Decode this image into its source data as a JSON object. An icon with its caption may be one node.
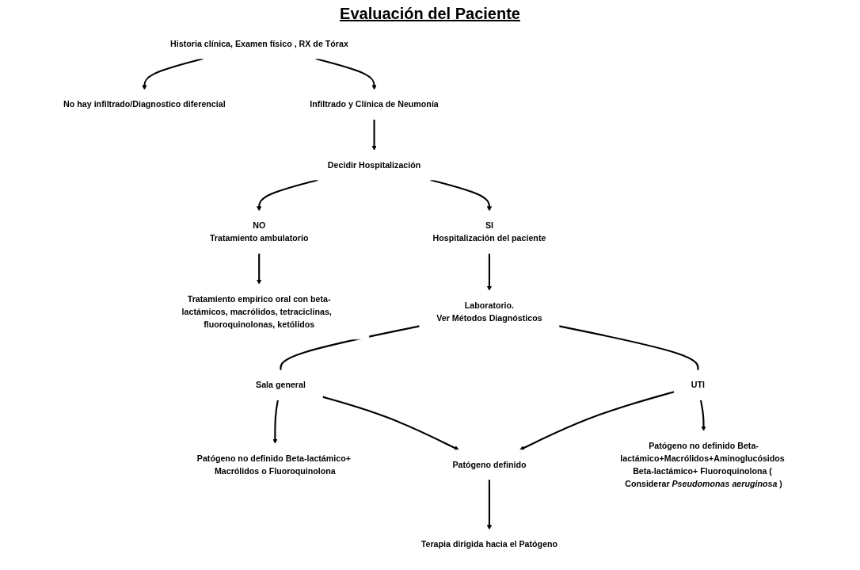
{
  "diagram": {
    "title": "Evaluación del Paciente",
    "nodes": [
      {
        "text": [
          "Historia clínica, Examen físico , RX de Tórax"
        ]
      },
      {
        "text": [
          "No hay infiltrado/Diagnostico diferencial"
        ]
      },
      {
        "text": [
          "Infiltrado y Clínica de Neumonía"
        ]
      },
      {
        "text": [
          "Decidir  Hospitalización"
        ]
      },
      {
        "text": [
          "NO",
          "Tratamiento ambulatorio"
        ]
      },
      {
        "text": [
          "SI",
          "Hospitalización del paciente"
        ]
      },
      {
        "text": [
          "Tratamiento empírico oral con beta-lactámicos, macrólidos, tetraciclinas,  fluoroquinolonas, ketólidos"
        ]
      },
      {
        "text": [
          "Laboratorio.",
          "Ver Métodos Diagnósticos"
        ]
      },
      {
        "text": [
          "Sala general"
        ]
      },
      {
        "text": [
          "UTI"
        ]
      },
      {
        "text": [
          "Patógeno no definido Beta-lactámico+ Macrólidos o Fluoroquinolona"
        ]
      },
      {
        "text": [
          "Patógeno definido"
        ]
      },
      {
        "text": [
          "Terapia dirigida hacia el Patógeno"
        ]
      },
      {
        "text": [
          "Patógeno no definido Beta-lactámico+Macrólidos+Aminoglucósidos Beta-lactámico+ Fluoroquinolona ( Considerar *Pseudomonas aeruginosa* )"
        ]
      }
    ],
    "edges": [
      {
        "from": 0,
        "to": 1,
        "arrow": "to"
      },
      {
        "from": 0,
        "to": 2,
        "arrow": "to"
      },
      {
        "from": 2,
        "to": 3,
        "arrow": "to"
      },
      {
        "from": 3,
        "to": 4,
        "arrow": "to"
      },
      {
        "from": 3,
        "to": 5,
        "arrow": "to"
      },
      {
        "from": 4,
        "to": 6,
        "arrow": "to"
      },
      {
        "from": 5,
        "to": 7,
        "arrow": "to"
      },
      {
        "from": 7,
        "to": 8,
        "arrow": "none"
      },
      {
        "from": 7,
        "to": 9,
        "arrow": "none"
      },
      {
        "from": 8,
        "to": 10,
        "arrow": "to"
      },
      {
        "from": 8,
        "to": 11,
        "arrow": "to"
      },
      {
        "from": 11,
        "to": 12,
        "arrow": "to"
      },
      {
        "from": 9,
        "to": 11,
        "arrow": "to"
      },
      {
        "from": 9,
        "to": 13,
        "arrow": "to"
      }
    ]
  }
}
